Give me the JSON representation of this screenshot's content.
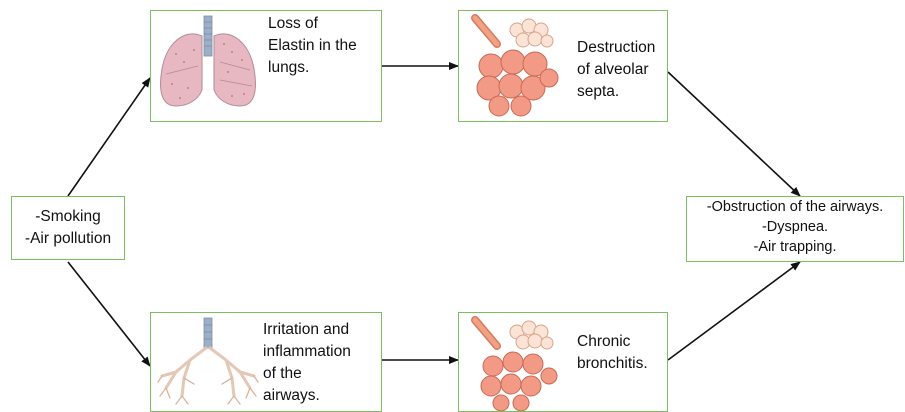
{
  "colors": {
    "box_border": "#7bbf62",
    "arrow": "#111111",
    "lung_fill": "#e7b7c2",
    "alveoli_fill": "#f29a86",
    "trachea": "#9bb0c8"
  },
  "cause": {
    "lines": [
      "-Smoking",
      "-Air pollution"
    ]
  },
  "top_path": {
    "step1": {
      "icon": "lungs-icon",
      "lines": [
        "Loss of",
        "Elastin in the",
        "lungs."
      ]
    },
    "step2": {
      "icon": "alveoli-icon",
      "lines": [
        "Destruction",
        "of alveolar",
        "septa."
      ]
    }
  },
  "bottom_path": {
    "step1": {
      "icon": "bronchial-tree-icon",
      "lines": [
        "Irritation and",
        "inflammation",
        "of the",
        "airways."
      ]
    },
    "step2": {
      "icon": "alveoli-icon",
      "lines": [
        "Chronic",
        "bronchitis."
      ]
    }
  },
  "outcome": {
    "lines": [
      "-Obstruction of the airways.",
      "-Dyspnea.",
      "-Air trapping."
    ]
  }
}
